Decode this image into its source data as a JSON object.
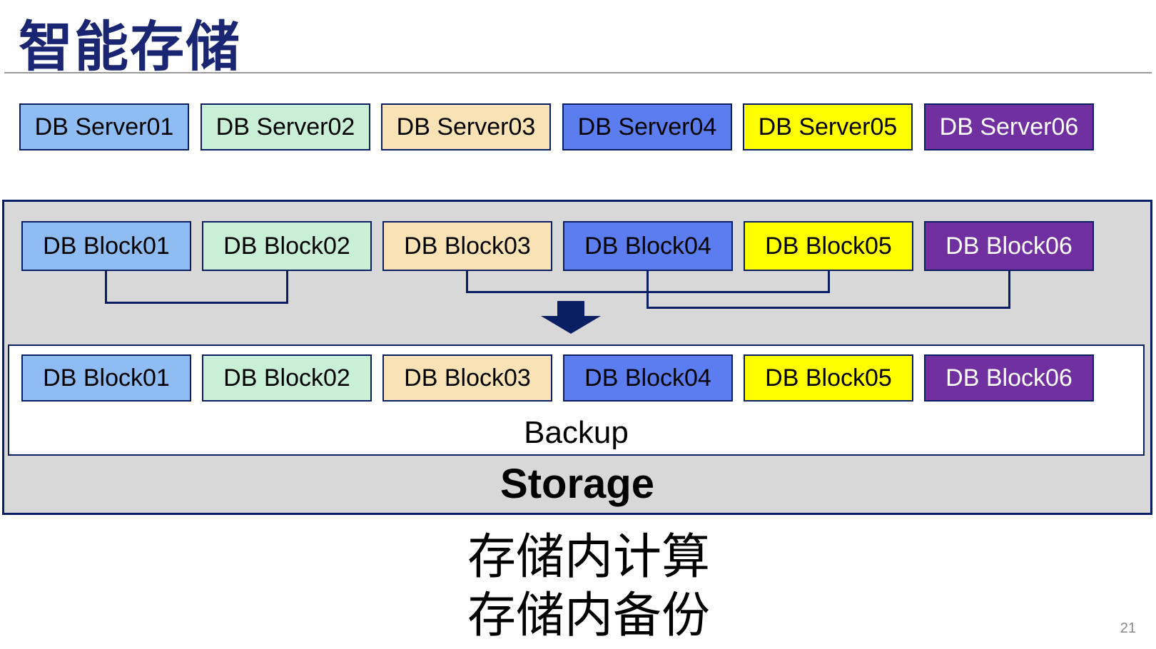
{
  "title": "智能存储",
  "servers": [
    {
      "label": "DB Server01"
    },
    {
      "label": "DB Server02"
    },
    {
      "label": "DB Server03"
    },
    {
      "label": "DB Server04"
    },
    {
      "label": "DB Server05"
    },
    {
      "label": "DB Server06"
    }
  ],
  "storage": {
    "blocks_top": [
      {
        "label": "DB Block01"
      },
      {
        "label": "DB Block02"
      },
      {
        "label": "DB Block03"
      },
      {
        "label": "DB Block04"
      },
      {
        "label": "DB Block05"
      },
      {
        "label": "DB Block06"
      }
    ],
    "blocks_bottom": [
      {
        "label": "DB Block01"
      },
      {
        "label": "DB Block02"
      },
      {
        "label": "DB Block03"
      },
      {
        "label": "DB Block04"
      },
      {
        "label": "DB Block05"
      },
      {
        "label": "DB Block06"
      }
    ],
    "backup_label": "Backup",
    "storage_label": "Storage"
  },
  "captions": {
    "line1": "存储内计算",
    "line2": "存储内备份"
  },
  "page_number": "21",
  "colors": {
    "box_fills": [
      "#8FBCF2",
      "#C9F0D6",
      "#F9E2B5",
      "#5B7DF0",
      "#FFFF00",
      "#7030A0"
    ],
    "box_text_colors": [
      "#000000",
      "#000000",
      "#000000",
      "#000000",
      "#000000",
      "#FFFFFF"
    ],
    "navy": "#0A1F63",
    "title_color": "#1A2671",
    "container_fill": "#D8D8D8",
    "page_number_color": "#8A8A8A"
  }
}
